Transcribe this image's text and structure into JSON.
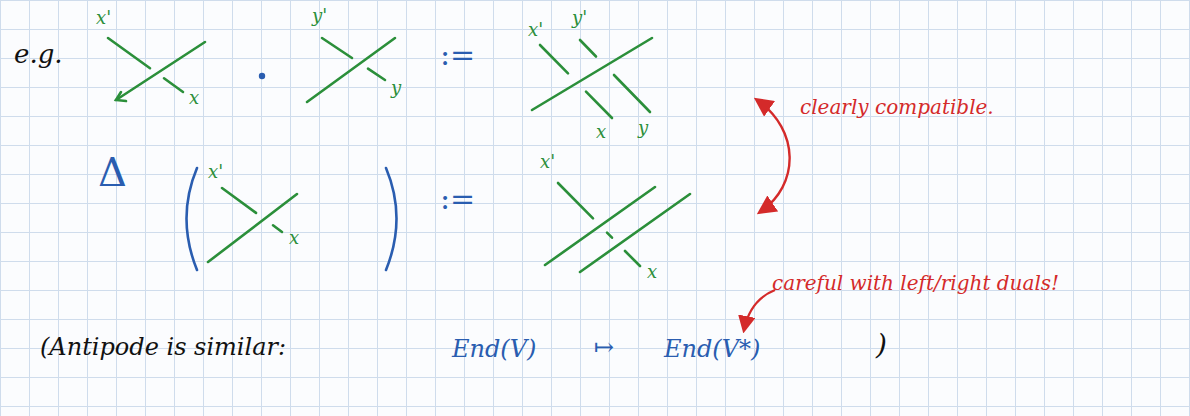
{
  "diagram": {
    "labels": [
      "e.g.",
      "x'",
      "x",
      "y'",
      "y",
      ":=",
      "x'",
      "y'",
      "x",
      "y",
      "Δ",
      "x'",
      "x",
      ":=",
      "x'",
      "x",
      "clearly compatible.",
      "careful with left/right duals!",
      "(Antipode is similar:",
      "End(V)",
      "↦",
      "End(V*)",
      ")"
    ]
  }
}
